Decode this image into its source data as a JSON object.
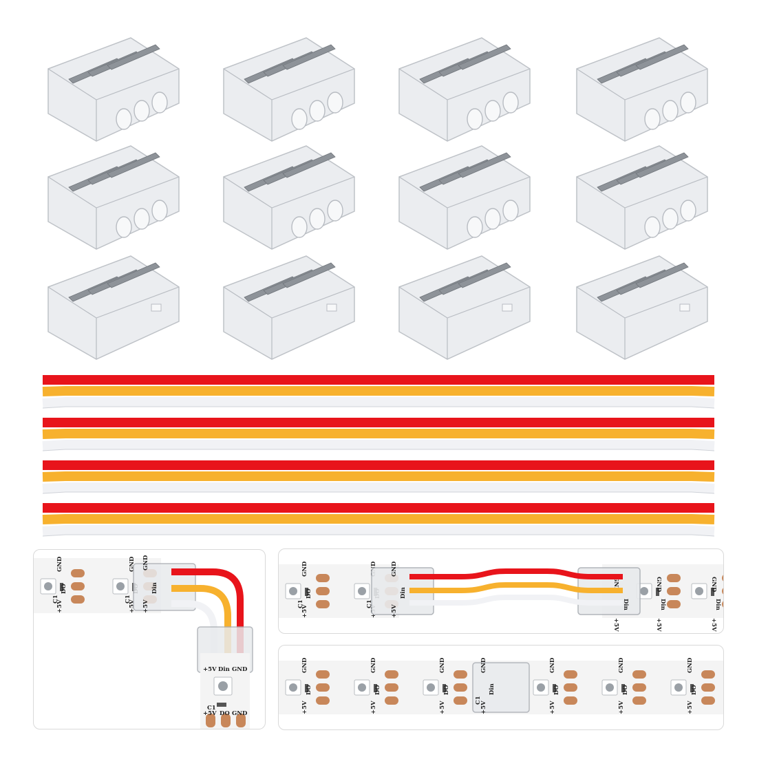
{
  "connectors": {
    "rows": 3,
    "cols": 4,
    "color_body": "#e9ecef",
    "color_edge": "#b8bcc2",
    "color_pin": "#8e9399"
  },
  "cables": {
    "count": 4,
    "colors": {
      "red": "#e8141b",
      "yellow": "#f7b12e",
      "white": "#f1f2f5"
    }
  },
  "strip": {
    "color_pcb": "#f4f4f4",
    "color_pad": "#c8875a",
    "color_led": "#9aa0a6",
    "labels": {
      "plus5v": "+5V",
      "din": "Din",
      "do": "DO",
      "gnd": "GND",
      "c1": "C1"
    }
  },
  "scenes": {
    "l_shape": "L-shape connection",
    "gap_jumper": "gap jumper connection",
    "straight": "strip to strip connection"
  }
}
